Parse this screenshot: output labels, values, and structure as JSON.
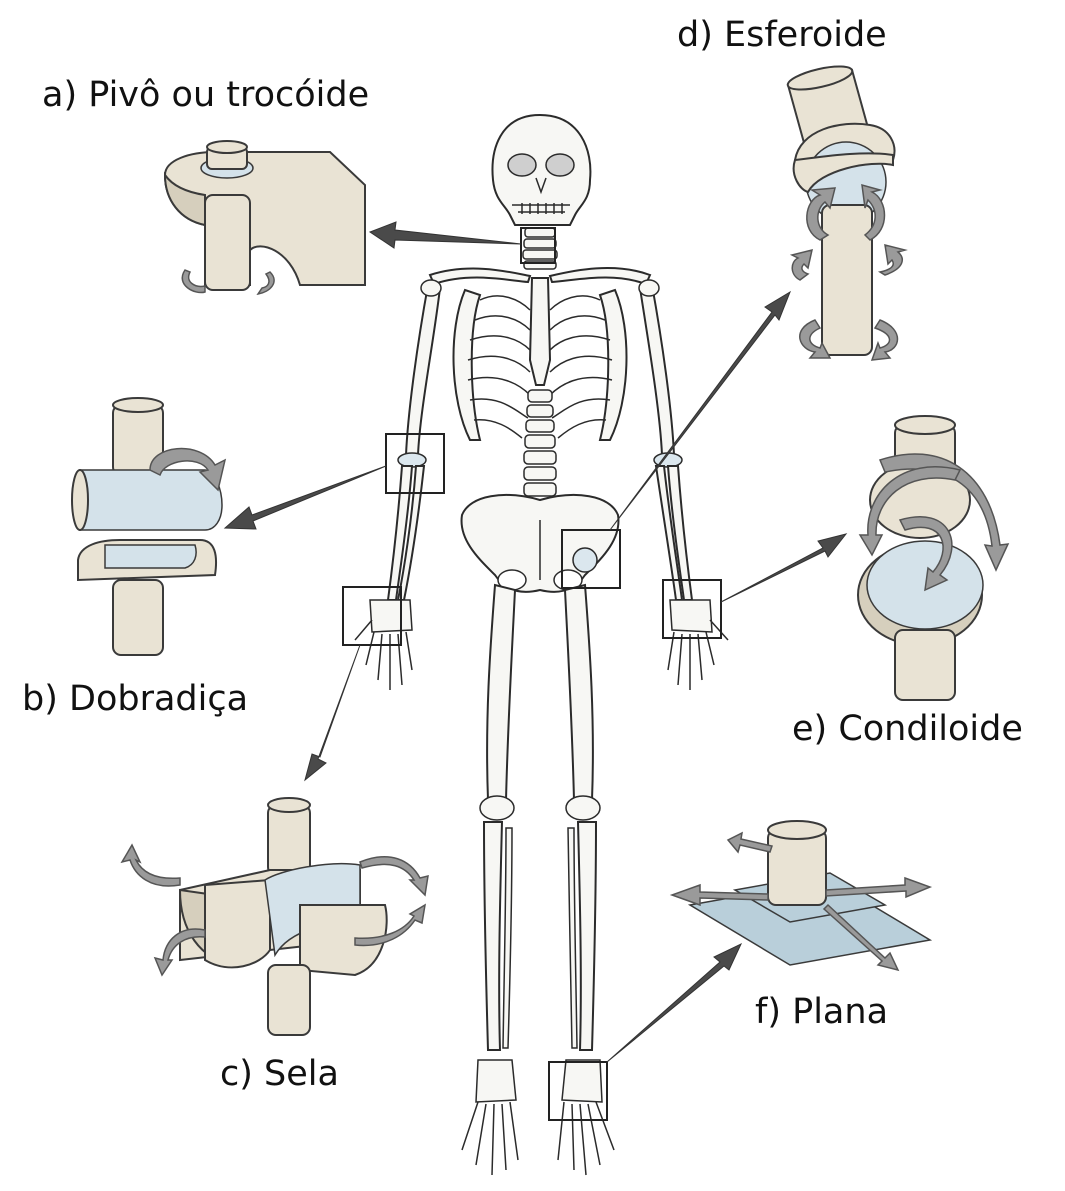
{
  "labels": {
    "pivot": "a) Pivô ou trocóide",
    "hinge": "b) Dobradiça",
    "saddle": "c) Sela",
    "ball": "d) Esferoide",
    "condyloid": "e) Condiloide",
    "plane": "f) Plana"
  }
}
